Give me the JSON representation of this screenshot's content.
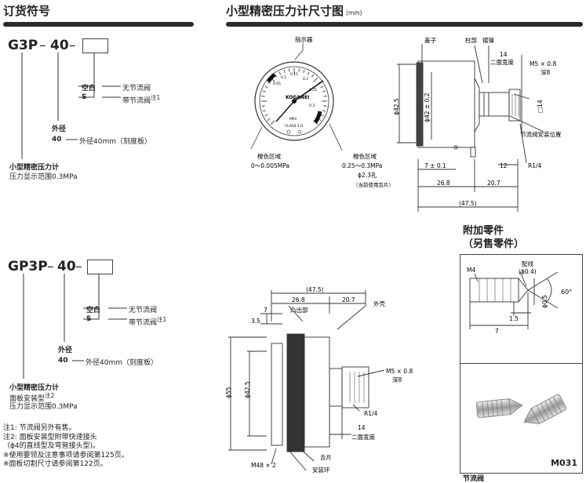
{
  "order": {
    "title": "订货符号",
    "code1": {
      "model": "G3P",
      "size": "40",
      "dash": "–"
    },
    "code2": {
      "model": "GP3P",
      "size": "40",
      "dash": "–"
    },
    "blank_label": "空白",
    "blank_desc": "无节流阀",
    "s_label": "S",
    "s_desc": "带节流阀",
    "note_ref1": "注1",
    "size_label": "外径",
    "size_code": "40",
    "size_desc": "外径40mm（刻度板）",
    "product1_title": "小型精密压力计",
    "product1_sub": "压力显示范围0.3MPa",
    "product2_title": "小型精密压力计",
    "product2_sub1": "面板安装型",
    "product2_ref": "注2",
    "product2_sub2": "压力显示范围0.3MPa"
  },
  "notes": [
    "注1:   节流阀另外有售。",
    "注2:   面板安装型附带快速接头",
    "         （ϕ4的直线型及弯管接头型)。",
    "※使用要领及注意事项请参阅第125页。",
    "※面板切割尺寸请参阅第122页。"
  ],
  "dim": {
    "title": "小型精密压力计尺寸图",
    "unit": "(mm)",
    "pointer": "指示器",
    "brand": "KOGANEI",
    "mpa": "MPa",
    "class": "CLASS 1.0",
    "scale": [
      "0.05",
      "0.1",
      "0.15",
      "0.2",
      "0.25",
      "0.3"
    ],
    "orange_zone1_title": "橙色区域",
    "orange_zone1_range": "0～0.005MPa",
    "orange_zone2_title": "橙色区域",
    "orange_zone2_range": "0.25～0.3MPa",
    "hole": "ϕ2.3孔",
    "hole_note": "（当前使用舌片）",
    "cap": "盖子",
    "plating": "镀镍",
    "pillar": "柱部",
    "d14": "14",
    "across": "二面宽度",
    "m5": "M5 × 0.8",
    "depth": "深8",
    "sq14": "□14",
    "valve_pos": "节流阀安装位置",
    "r14": "R1/4",
    "d425": "ϕ42.5",
    "d42": "ϕ42 ± 0.2",
    "d7": "7 ± 0.1",
    "d12": "12",
    "d268": "26.8",
    "d207": "20.7",
    "d475": "(47.5)"
  },
  "panel": {
    "d475": "(47.5)",
    "d268": "26.8",
    "d207": "20.7",
    "d7": "7",
    "d35": "3.5",
    "boss": "凸出部",
    "shell": "外壳",
    "d55": "ϕ55",
    "d425": "ϕ42.5",
    "m5": "M5 × 0.8",
    "depth": "深8",
    "r14": "R1/4",
    "d14": "14",
    "across": "二面宽度",
    "m48": "M48 × 2",
    "tab": "舌片",
    "ring": "安装环"
  },
  "acc": {
    "title1": "附加零件",
    "title2": "（另售零件）",
    "m4": "M4",
    "wire": "配线",
    "wire_d": "(ϕ0.4)",
    "d05": "ϕ0.5",
    "d15": "1.5",
    "d7": "7",
    "angle": "60°",
    "code": "M031",
    "caption": "节流阀"
  }
}
